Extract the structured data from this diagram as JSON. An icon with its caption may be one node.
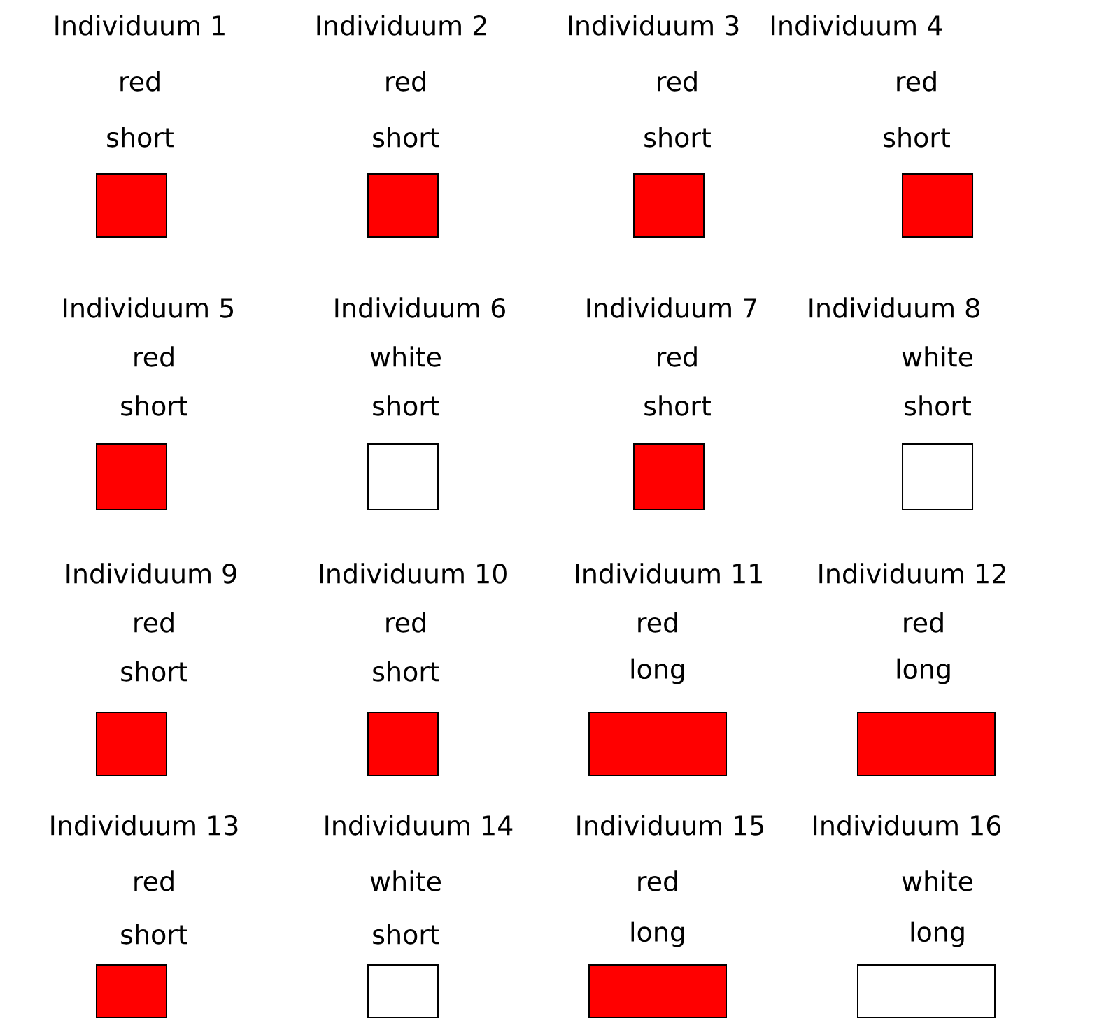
{
  "diagram": {
    "nodes": [
      {
        "text": [
          "Individuum 1",
          "red",
          "short"
        ]
      },
      {
        "text": [
          "Individuum 2",
          "red",
          "short"
        ]
      },
      {
        "text": [
          "Individuum 3",
          "red",
          "short"
        ]
      },
      {
        "text": [
          "Individuum 4",
          "red",
          "short"
        ]
      },
      {
        "text": [
          "Individuum 5",
          "red",
          "short"
        ]
      },
      {
        "text": [
          "Individuum 6",
          "white",
          "short"
        ]
      },
      {
        "text": [
          "Individuum 7",
          "red",
          "short"
        ]
      },
      {
        "text": [
          "Individuum 8",
          "white",
          "short"
        ]
      },
      {
        "text": [
          "Individuum 9",
          "red",
          "short"
        ]
      },
      {
        "text": [
          "Individuum 10",
          "red",
          "short"
        ]
      },
      {
        "text": [
          "Individuum 11",
          "red",
          "long"
        ]
      },
      {
        "text": [
          "Individuum 12",
          "red",
          "long"
        ]
      },
      {
        "text": [
          "Individuum 13",
          "red",
          "short"
        ]
      },
      {
        "text": [
          "Individuum 14",
          "white",
          "short"
        ]
      },
      {
        "text": [
          "Individuum 15",
          "red",
          "long"
        ]
      },
      {
        "text": [
          "Individuum 16",
          "white",
          "long"
        ]
      }
    ]
  }
}
